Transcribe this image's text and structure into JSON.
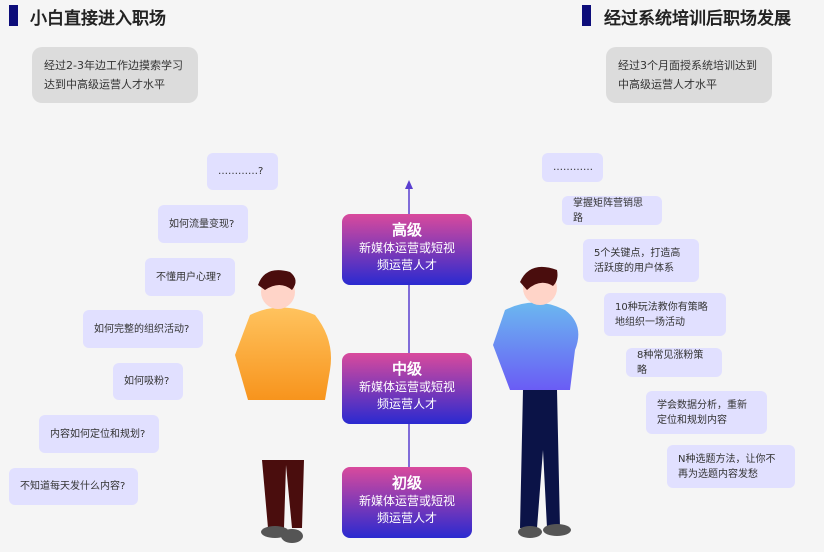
{
  "left": {
    "title": "小白直接进入职场",
    "note": "经过2-3年边工作边摸索学习达到中高级运营人才水平",
    "questions": [
      "…………?",
      "如何流量变现?",
      "不懂用户心理?",
      "如何完整的组织活动?",
      "如何吸粉?",
      "内容如何定位和规划?",
      "不知道每天发什么内容?"
    ]
  },
  "right": {
    "title": "经过系统培训后职场发展",
    "note": "经过3个月面授系统培训达到中高级运营人才水平",
    "skills": [
      "…………",
      "掌握矩阵营销思路",
      "5个关键点，打造高活跃度的用户体系",
      "10种玩法教你有策略地组织一场活动",
      "8种常见涨粉策略",
      "学会数据分析，重新定位和规划内容",
      "N种选题方法，让你不再为选题内容发愁"
    ]
  },
  "levels": [
    {
      "title": "高级",
      "desc": "新媒体运营或短视频运营人才"
    },
    {
      "title": "中级",
      "desc": "新媒体运营或短视频运营人才"
    },
    {
      "title": "初级",
      "desc": "新媒体运营或短视频运营人才"
    }
  ]
}
